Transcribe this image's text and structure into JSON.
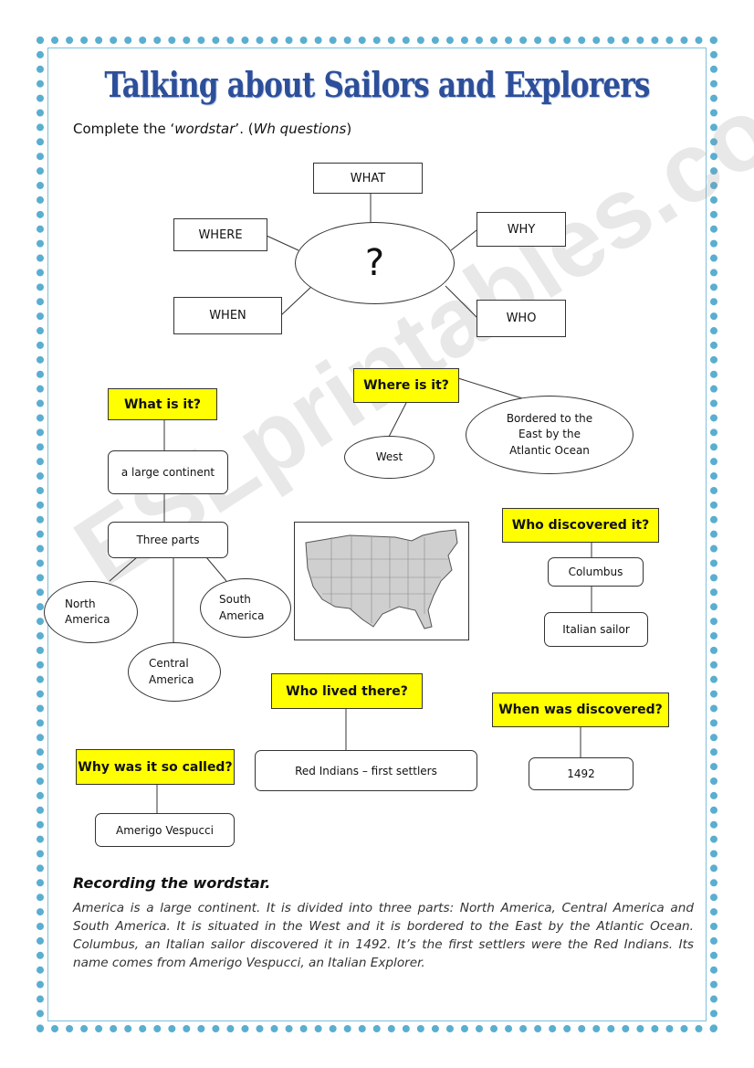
{
  "title": "Talking about Sailors and  Explorers",
  "instruction": {
    "prefix": "Complete the ‘",
    "em1": "wordstar",
    "middle": "’.    (",
    "em2": "Wh questions",
    "suffix": ")"
  },
  "wordstar": {
    "center": "?",
    "what": "WHAT",
    "where": "WHERE",
    "why": "WHY",
    "when": "WHEN",
    "who": "WHO"
  },
  "branches": {
    "what_is_it": {
      "question": "What is it?",
      "answer": "a large continent",
      "parts_label": "Three parts",
      "north": "North\nAmerica",
      "south": "South\nAmerica",
      "central": "Central\nAmerica"
    },
    "where_is_it": {
      "question": "Where is it?",
      "west": "West",
      "bordered": "Bordered to the\nEast by the\nAtlantic Ocean"
    },
    "who_discovered": {
      "question": "Who discovered it?",
      "name": "Columbus",
      "detail": "Italian sailor"
    },
    "who_lived": {
      "question": "Who lived there?",
      "answer": "Red Indians – first settlers"
    },
    "when_discovered": {
      "question": "When was discovered?",
      "answer": "1492"
    },
    "why_called": {
      "question": "Why was it so called?",
      "answer": "Amerigo Vespucci"
    }
  },
  "recording": {
    "title": "Recording the wordstar.",
    "text": "America is a large continent. It is divided into three parts: North America, Central America and South America. It is situated in the West and it is bordered to the East by the Atlantic Ocean. Columbus, an Italian sailor discovered it in 1492. It’s the first settlers were the Red Indians. Its name comes from Amerigo Vespucci, an Italian Explorer."
  },
  "watermark": "ESLprintables.com",
  "colors": {
    "frame": "#5aaed0",
    "title": "#2d4f9a",
    "highlight": "#ffff00"
  }
}
